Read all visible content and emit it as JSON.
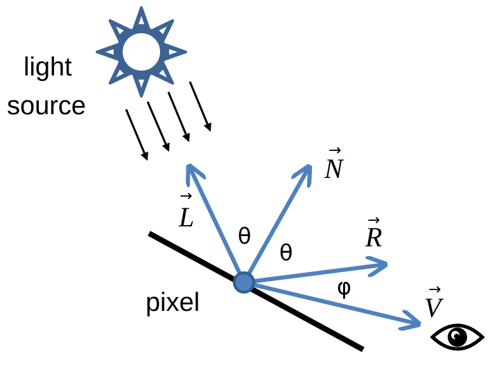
{
  "labels": {
    "light_line1": "light",
    "light_line2": "source",
    "pixel": "pixel",
    "theta_left": "θ",
    "theta_right": "θ",
    "phi": "φ"
  },
  "vectors": {
    "L": {
      "letter": "L",
      "arrow": "→"
    },
    "N": {
      "letter": "N",
      "arrow": "→"
    },
    "R": {
      "letter": "R",
      "arrow": "→"
    },
    "V": {
      "letter": "V",
      "arrow": "→"
    }
  },
  "colors": {
    "vector_blue": "#4F81BD",
    "sun_blue": "#3D6394",
    "surface_black": "#000000",
    "pixel_dot_fill": "#4F81BD",
    "pixel_dot_stroke": "#2F5F91"
  },
  "icons": {
    "sun": "sun-icon",
    "eye": "eye-icon",
    "pixel": "pixel-point-icon"
  }
}
